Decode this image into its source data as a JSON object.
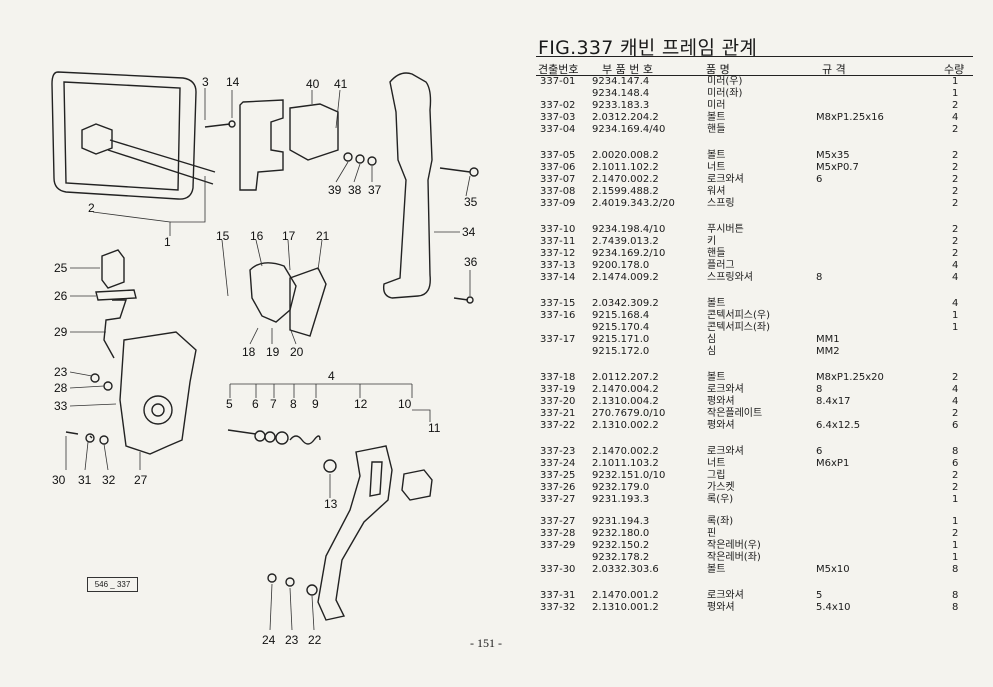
{
  "figure": {
    "title": "FIG.337 캐빈 프레임 관계",
    "ref_code": "546 _ 337",
    "page_number": "- 151 -"
  },
  "headers": {
    "id": "견출번호",
    "part_no": "부 품 번 호",
    "name": "품      명",
    "spec": "규      격",
    "qty": "수량"
  },
  "diagram_labels": [
    "3",
    "14",
    "40",
    "41",
    "2",
    "1",
    "39",
    "38",
    "37",
    "35",
    "15",
    "16",
    "17",
    "21",
    "34",
    "36",
    "25",
    "26",
    "29",
    "18",
    "19",
    "20",
    "23",
    "28",
    "33",
    "4",
    "5",
    "6",
    "7",
    "8",
    "9",
    "12",
    "10",
    "11",
    "30",
    "31",
    "32",
    "27",
    "13",
    "24",
    "23",
    "22"
  ],
  "rows": [
    {
      "id": "337-01",
      "part_no": "9234.147.4",
      "name": "미러(우)",
      "spec": "",
      "qty": "1"
    },
    {
      "id": "",
      "part_no": "9234.148.4",
      "name": "미러(좌)",
      "spec": "",
      "qty": "1"
    },
    {
      "id": "337-02",
      "part_no": "9233.183.3",
      "name": "미러",
      "spec": "",
      "qty": "2"
    },
    {
      "id": "337-03",
      "part_no": "2.0312.204.2",
      "name": "볼트",
      "spec": "M8xP1.25x16",
      "qty": "4"
    },
    {
      "id": "337-04",
      "part_no": "9234.169.4/40",
      "name": "핸들",
      "spec": "",
      "qty": "2"
    },
    {
      "id": "337-05",
      "part_no": "2.0020.008.2",
      "name": "볼트",
      "spec": "M5x35",
      "qty": "2"
    },
    {
      "id": "337-06",
      "part_no": "2.1011.102.2",
      "name": "너트",
      "spec": "M5xP0.7",
      "qty": "2"
    },
    {
      "id": "337-07",
      "part_no": "2.1470.002.2",
      "name": "로크와셔",
      "spec": "6",
      "qty": "2"
    },
    {
      "id": "337-08",
      "part_no": "2.1599.488.2",
      "name": "워셔",
      "spec": "",
      "qty": "2"
    },
    {
      "id": "337-09",
      "part_no": "2.4019.343.2/20",
      "name": "스프링",
      "spec": "",
      "qty": "2"
    },
    {
      "id": "337-10",
      "part_no": "9234.198.4/10",
      "name": "푸시버튼",
      "spec": "",
      "qty": "2"
    },
    {
      "id": "337-11",
      "part_no": "2.7439.013.2",
      "name": "키",
      "spec": "",
      "qty": "2"
    },
    {
      "id": "337-12",
      "part_no": "9234.169.2/10",
      "name": "핸들",
      "spec": "",
      "qty": "2"
    },
    {
      "id": "337-13",
      "part_no": "9200.178.0",
      "name": "플러그",
      "spec": "",
      "qty": "4"
    },
    {
      "id": "337-14",
      "part_no": "2.1474.009.2",
      "name": "스프링와셔",
      "spec": "8",
      "qty": "4"
    },
    {
      "id": "337-15",
      "part_no": "2.0342.309.2",
      "name": "볼트",
      "spec": "",
      "qty": "4"
    },
    {
      "id": "337-16",
      "part_no": "9215.168.4",
      "name": "콘텍서피스(우)",
      "spec": "",
      "qty": "1"
    },
    {
      "id": "",
      "part_no": "9215.170.4",
      "name": "콘텍서피스(좌)",
      "spec": "",
      "qty": "1"
    },
    {
      "id": "337-17",
      "part_no": "9215.171.0",
      "name": "심",
      "spec": "MM1",
      "qty": ""
    },
    {
      "id": "",
      "part_no": "9215.172.0",
      "name": "심",
      "spec": "MM2",
      "qty": ""
    },
    {
      "id": "337-18",
      "part_no": "2.0112.207.2",
      "name": "볼트",
      "spec": "M8xP1.25x20",
      "qty": "2"
    },
    {
      "id": "337-19",
      "part_no": "2.1470.004.2",
      "name": "로크와셔",
      "spec": "8",
      "qty": "4"
    },
    {
      "id": "337-20",
      "part_no": "2.1310.004.2",
      "name": "평와셔",
      "spec": "8.4x17",
      "qty": "4"
    },
    {
      "id": "337-21",
      "part_no": "270.7679.0/10",
      "name": "작은플레이트",
      "spec": "",
      "qty": "2"
    },
    {
      "id": "337-22",
      "part_no": "2.1310.002.2",
      "name": "평와셔",
      "spec": "6.4x12.5",
      "qty": "6"
    },
    {
      "id": "337-23",
      "part_no": "2.1470.002.2",
      "name": "로크와셔",
      "spec": "6",
      "qty": "8"
    },
    {
      "id": "337-24",
      "part_no": "2.1011.103.2",
      "name": "너트",
      "spec": "M6xP1",
      "qty": "6"
    },
    {
      "id": "337-25",
      "part_no": "9232.151.0/10",
      "name": "그립",
      "spec": "",
      "qty": "2"
    },
    {
      "id": "337-26",
      "part_no": "9232.179.0",
      "name": "가스켓",
      "spec": "",
      "qty": "2"
    },
    {
      "id": "337-27",
      "part_no": "9231.193.3",
      "name": "록(우)",
      "spec": "",
      "qty": "1"
    },
    {
      "id": "337-27",
      "part_no": "9231.194.3",
      "name": "록(좌)",
      "spec": "",
      "qty": "1"
    },
    {
      "id": "337-28",
      "part_no": "9232.180.0",
      "name": "핀",
      "spec": "",
      "qty": "2"
    },
    {
      "id": "337-29",
      "part_no": "9232.150.2",
      "name": "작은레버(우)",
      "spec": "",
      "qty": "1"
    },
    {
      "id": "",
      "part_no": "9232.178.2",
      "name": "작은레버(좌)",
      "spec": "",
      "qty": "1"
    },
    {
      "id": "337-30",
      "part_no": "2.0332.303.6",
      "name": "볼트",
      "spec": "M5x10",
      "qty": "8"
    },
    {
      "id": "337-31",
      "part_no": "2.1470.001.2",
      "name": "로크와셔",
      "spec": "5",
      "qty": "8"
    },
    {
      "id": "337-32",
      "part_no": "2.1310.001.2",
      "name": "평와셔",
      "spec": "5.4x10",
      "qty": "8"
    }
  ]
}
